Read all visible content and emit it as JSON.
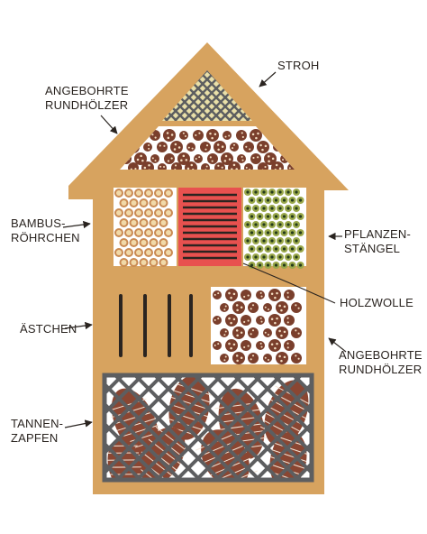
{
  "colors": {
    "wood": "#d7a35f",
    "panel": "#ffffff",
    "red": "#e8514f",
    "dark": "#2a2420",
    "straw": "#e9dfa8",
    "log": "#7a3f2c",
    "hole": "#f2dcc0",
    "bamboo_outer": "#c98a52",
    "bamboo_inner": "#f1d9a8",
    "stem_outer": "#9aa84b",
    "stem_inner": "#233a1c",
    "cone": "#8a4632",
    "lattice": "#5d5e60"
  },
  "labels": {
    "stroh": "STROH",
    "angebohrte_top": [
      "ANGEBOHRTE",
      "RUNDHÖLZER"
    ],
    "bambus": [
      "BAMBUS-",
      "RÖHRCHEN"
    ],
    "pflanzen": [
      "PFLANZEN-",
      "STÄNGEL"
    ],
    "holzwolle": "HOLZWOLLE",
    "aestchen": "ÄSTCHEN",
    "angebohrte_right": [
      "ANGEBOHRTE",
      "RUNDHÖLZER"
    ],
    "tannen": [
      "TANNEN-",
      "ZAPFEN"
    ]
  }
}
